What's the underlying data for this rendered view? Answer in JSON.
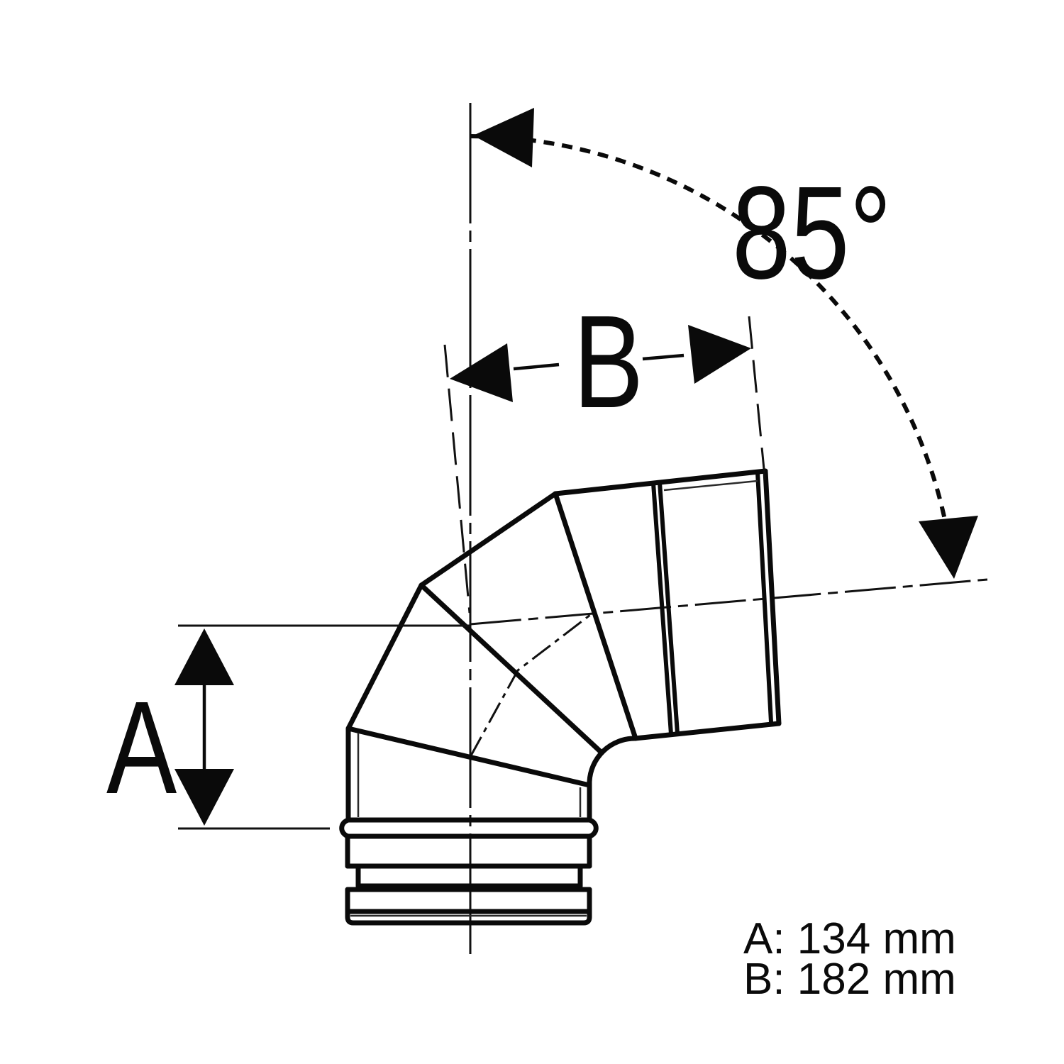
{
  "drawing": {
    "angle": {
      "label": "85°",
      "degrees": 85
    },
    "dim_a": {
      "letter": "A",
      "spec": "A: 134 mm",
      "mm": 134
    },
    "dim_b": {
      "letter": "B",
      "spec": "B: 182 mm",
      "mm": 182
    },
    "colors": {
      "line": "#0a0a0a",
      "background": "#ffffff"
    }
  }
}
